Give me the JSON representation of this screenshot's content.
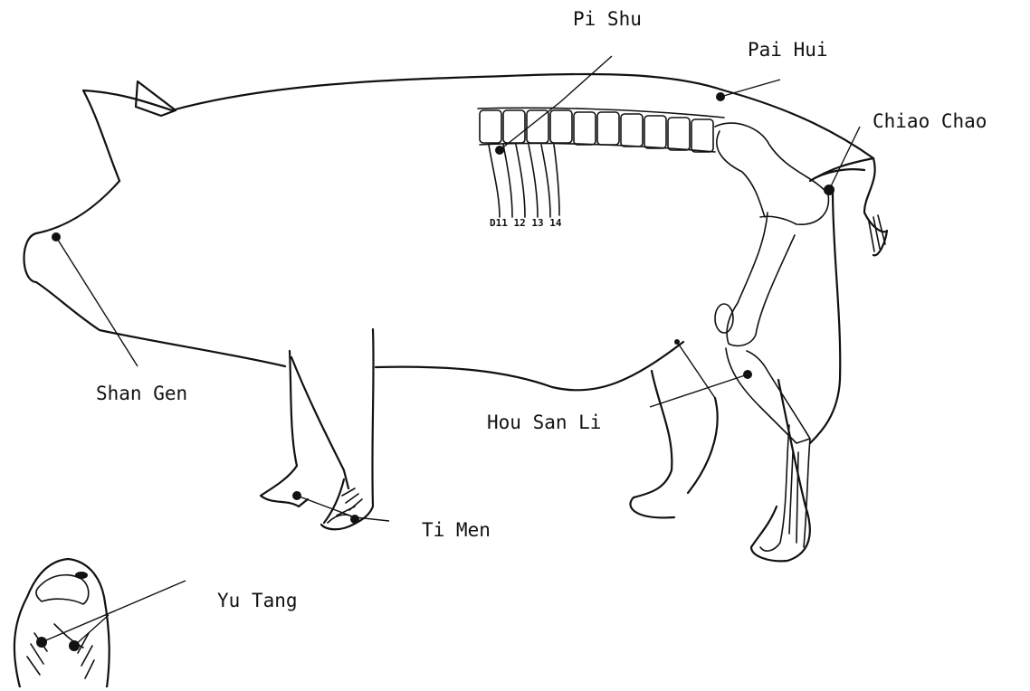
{
  "diagram": {
    "labels": {
      "pi_shu": "Pi Shu",
      "pai_hui": "Pai Hui",
      "chiao_chao": "Chiao Chao",
      "shan_gen": "Shan Gen",
      "hou_san_li": "Hou San Li",
      "ti_men": "Ti Men",
      "yu_tang": "Yu Tang",
      "vertebrae_label": "D11 12 13 14"
    }
  }
}
